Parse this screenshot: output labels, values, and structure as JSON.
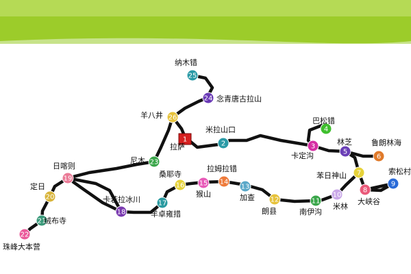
{
  "colors": {
    "header_green": "#9ccc2a",
    "header_light": "#c7e38a",
    "route": "#111111",
    "start_marker": "#d62020"
  },
  "stops": [
    {
      "id": "1",
      "label": "拉萨",
      "color": "#d62020"
    },
    {
      "id": "2",
      "label": "米拉山口",
      "color": "#2a9aa6"
    },
    {
      "id": "3",
      "label": "卡定沟",
      "color": "#d62fa4"
    },
    {
      "id": "4",
      "label": "巴松错",
      "color": "#3fbf2e"
    },
    {
      "id": "5",
      "label": "林芝",
      "color": "#6a3fb6"
    },
    {
      "id": "6",
      "label": "鲁朗林海",
      "color": "#e07a2a"
    },
    {
      "id": "7",
      "label": "苯日神山",
      "color": "#e6d23a"
    },
    {
      "id": "8",
      "label": "大峡谷",
      "color": "#ea5a7a"
    },
    {
      "id": "9",
      "label": "索松村",
      "color": "#2a6bd8"
    },
    {
      "id": "10",
      "label": "米林",
      "color": "#c9a7e8"
    },
    {
      "id": "11",
      "label": "南伊沟",
      "color": "#3aa64a"
    },
    {
      "id": "12",
      "label": "朗县",
      "color": "#e6c23a"
    },
    {
      "id": "13",
      "label": "加查",
      "color": "#5aa8c8"
    },
    {
      "id": "14",
      "label": "拉姆拉错",
      "color": "#ee7a3a"
    },
    {
      "id": "15",
      "label": "猴山",
      "color": "#e85ab8"
    },
    {
      "id": "16",
      "label": "桑耶寺",
      "color": "#e6d23a"
    },
    {
      "id": "17",
      "label": "羊卓雍措",
      "color": "#2a9aa0"
    },
    {
      "id": "18",
      "label": "卡若拉冰川",
      "color": "#7a3ab0"
    },
    {
      "id": "19",
      "label": "日喀则",
      "color": "#ea7a96"
    },
    {
      "id": "20",
      "label": "定日",
      "color": "#d8b43a"
    },
    {
      "id": "21",
      "label": "绒布寺",
      "color": "#3a9a7a"
    },
    {
      "id": "22",
      "label": "珠峰大本营",
      "color": "#ea5a9a"
    },
    {
      "id": "23",
      "label": "尼木",
      "color": "#3aa64a"
    },
    {
      "id": "24",
      "label": "念青唐古拉山",
      "color": "#6a3ab6"
    },
    {
      "id": "25",
      "label": "纳木错",
      "color": "#2a9aa6"
    },
    {
      "id": "26",
      "label": "羊八井",
      "color": "#e6c23a"
    }
  ]
}
